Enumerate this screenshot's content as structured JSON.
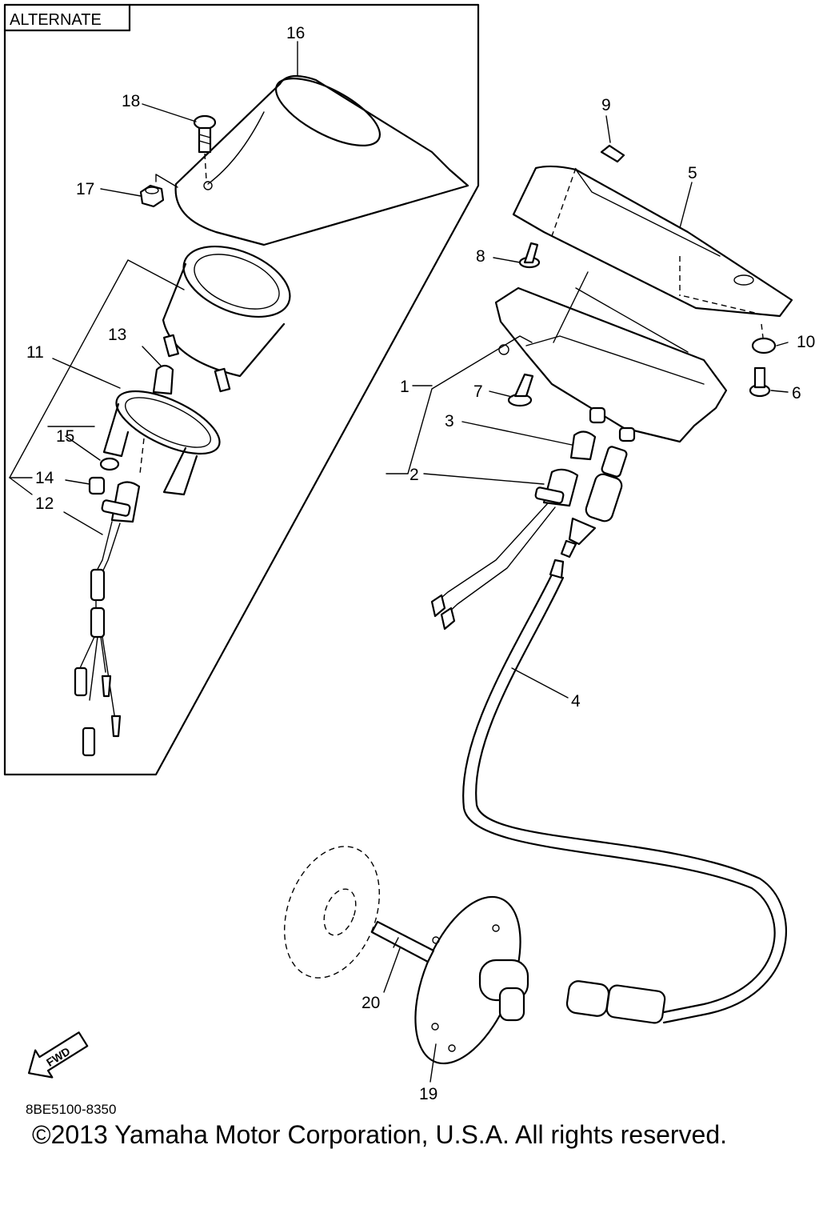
{
  "diagram": {
    "alternate_label": "ALTERNATE",
    "fwd_label": "FWD",
    "catalog_code": "8BE5100-8350",
    "copyright": "©2013 Yamaha Motor Corporation, U.S.A. All rights reserved.",
    "parts": {
      "p1": "1",
      "p2": "2",
      "p3": "3",
      "p4": "4",
      "p5": "5",
      "p6": "6",
      "p7": "7",
      "p8": "8",
      "p9": "9",
      "p10": "10",
      "p11": "11",
      "p12": "12",
      "p13": "13",
      "p14": "14",
      "p15": "15",
      "p16": "16",
      "p17": "17",
      "p18": "18",
      "p19": "19",
      "p20": "20"
    }
  }
}
